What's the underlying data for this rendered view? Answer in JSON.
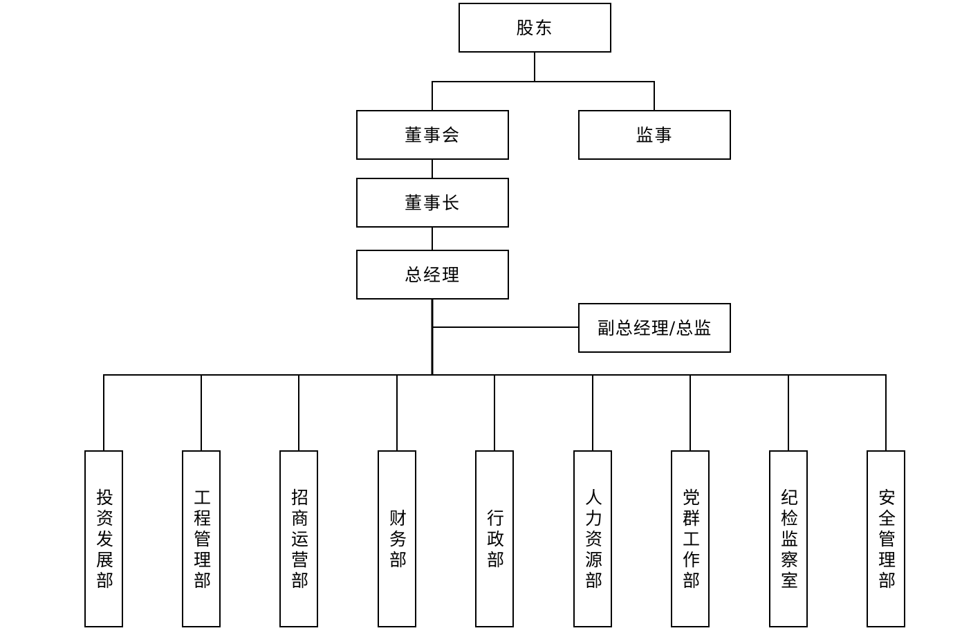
{
  "org": {
    "shareholders": "股东",
    "board": "董事会",
    "supervisor": "监事",
    "chairman": "董事长",
    "general_manager": "总经理",
    "deputy": "副总经理/总监",
    "departments": [
      "投资发展部",
      "工程管理部",
      "招商运营部",
      "财务部",
      "行政部",
      "人力资源部",
      "党群工作部",
      "纪检监察室",
      "安全管理部"
    ]
  },
  "colors": {
    "line": "#000000",
    "box_border": "#000000",
    "background": "#ffffff"
  }
}
